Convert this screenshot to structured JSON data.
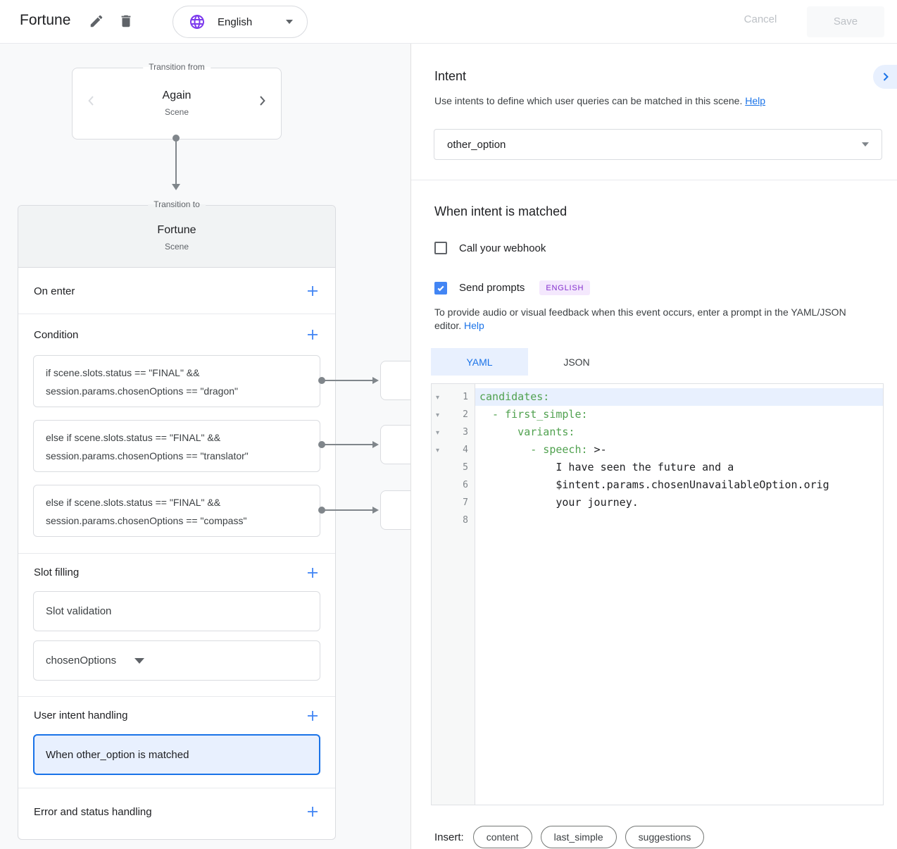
{
  "topbar": {
    "title": "Fortune",
    "language": "English",
    "cancel": "Cancel",
    "save": "Save"
  },
  "graph": {
    "from_card": {
      "legend": "Transition from",
      "title": "Again",
      "subtitle": "Scene"
    },
    "to_card": {
      "legend": "Transition to",
      "title": "Fortune",
      "subtitle": "Scene"
    },
    "sections": {
      "on_enter": "On enter",
      "condition": "Condition",
      "slot_filling": "Slot filling",
      "user_intent": "User intent handling",
      "error": "Error and status handling"
    },
    "conditions": [
      {
        "line1": "if scene.slots.status == \"FINAL\" &&",
        "line2": "session.params.chosenOptions == \"dragon\""
      },
      {
        "line1": "else if scene.slots.status == \"FINAL\" &&",
        "line2": "session.params.chosenOptions == \"translator\""
      },
      {
        "line1": "else if scene.slots.status == \"FINAL\" &&",
        "line2": "session.params.chosenOptions == \"compass\""
      }
    ],
    "slot_validation": "Slot validation",
    "slot_name": "chosenOptions",
    "intent_handler": "When other_option is matched"
  },
  "intent_panel": {
    "title": "Intent",
    "description": "Use intents to define which user queries can be matched in this scene.",
    "help": "Help",
    "selected_intent": "other_option",
    "matched_title": "When intent is matched",
    "webhook_label": "Call your webhook",
    "prompts_label": "Send prompts",
    "language_badge": "ENGLISH",
    "prompt_help_line1": "To provide audio or visual feedback when this event occurs, enter a prompt in the YAML/JSON",
    "prompt_help_line2": "editor.",
    "prompt_help_link": "Help",
    "tabs": {
      "yaml": "YAML",
      "json": "JSON"
    },
    "insert_label": "Insert:",
    "insert_chips": [
      "content",
      "last_simple",
      "suggestions"
    ]
  },
  "editor": {
    "lines": [
      {
        "num": "1",
        "fold": true,
        "active": true,
        "segments": [
          {
            "text": "candidates:",
            "type": "key"
          }
        ]
      },
      {
        "num": "2",
        "fold": true,
        "segments": [
          {
            "text": "  - first_simple:",
            "type": "key"
          }
        ]
      },
      {
        "num": "3",
        "fold": true,
        "segments": [
          {
            "text": "      variants:",
            "type": "key"
          }
        ]
      },
      {
        "num": "4",
        "fold": true,
        "segments": [
          {
            "text": "        - speech:",
            "type": "key"
          },
          {
            "text": " >-",
            "type": "plain"
          }
        ]
      },
      {
        "num": "5",
        "segments": [
          {
            "text": "            I have seen the future and a",
            "type": "plain"
          }
        ]
      },
      {
        "num": "6",
        "segments": [
          {
            "text": "            $intent.params.chosenUnavailableOption.orig",
            "type": "plain"
          }
        ]
      },
      {
        "num": "7",
        "segments": [
          {
            "text": "            your journey.",
            "type": "plain"
          }
        ]
      },
      {
        "num": "8",
        "segments": []
      }
    ]
  },
  "colors": {
    "accent_blue": "#1a73e8",
    "checkbox_blue": "#4285f4",
    "badge_purple_text": "#8430ce",
    "badge_purple_bg": "#f4e8fd",
    "globe_purple": "#7c3aed",
    "code_key_green": "#50a14f",
    "selected_bg": "#e8f0fe",
    "disabled_text": "#bdc1c6",
    "arrow_gray": "#80868b"
  }
}
